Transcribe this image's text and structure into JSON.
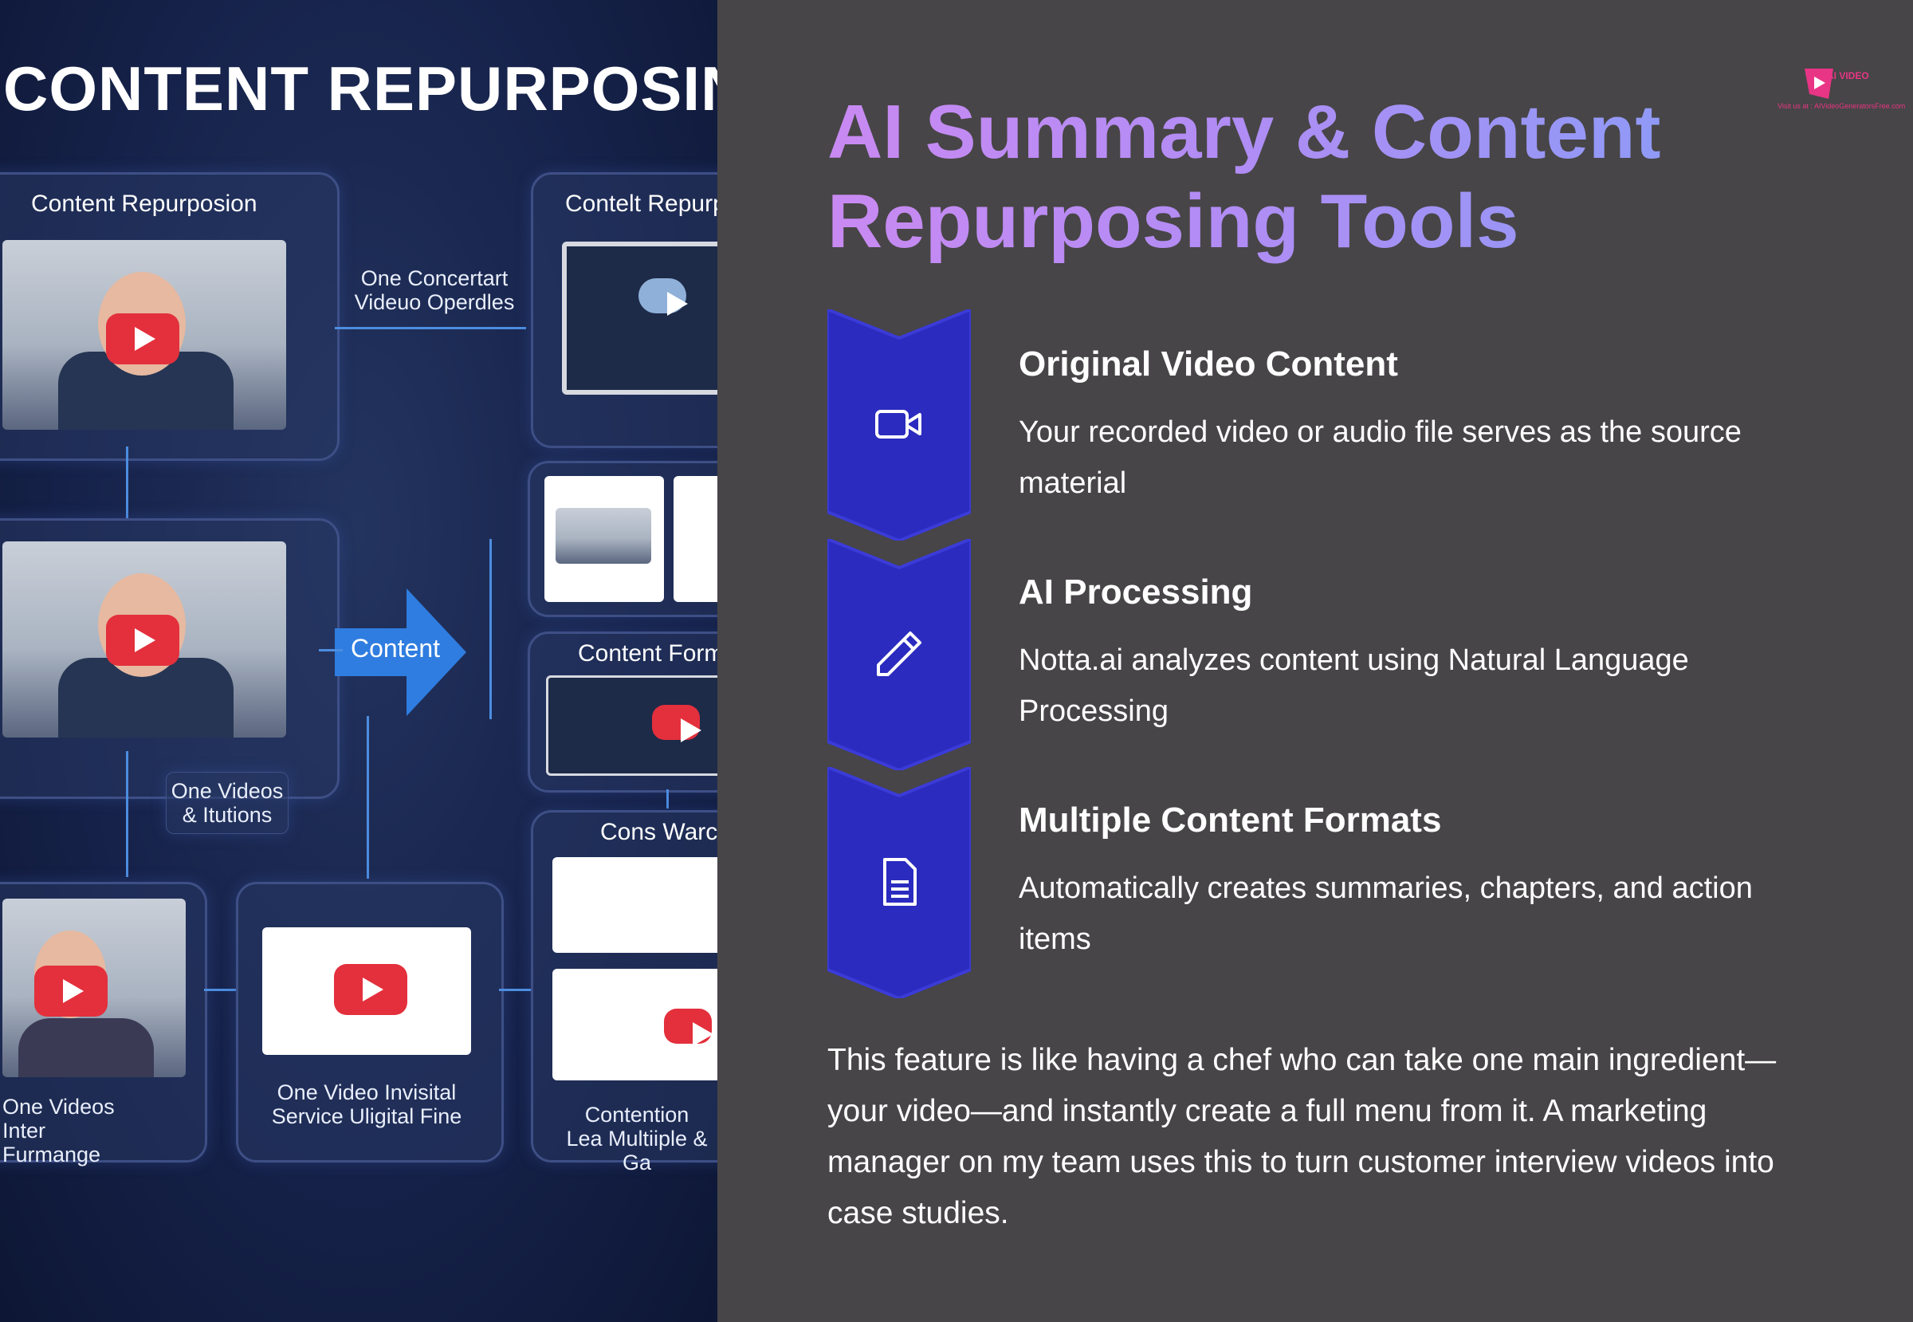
{
  "left_graphic": {
    "title": "CONTENT REPURPOSING",
    "panels": {
      "top_left_label": "Content Repurposion",
      "top_right_label": "Contelt Repurp",
      "middle_right_label": "Content Form",
      "lower_right_label": "Cons Warcti"
    },
    "captions": {
      "top_center": "One Concertart Videuo Operdles",
      "middle_arrow": "Content",
      "mid_left": "One Videos & Itutions",
      "bottom_left": "One Videos Inter Furmange",
      "bottom_center": "One Video Invisital Service Uligital Fine",
      "bottom_right": "Contention Lea Multiiple & Ga"
    }
  },
  "title": "AI Summary & Content Repurposing Tools",
  "steps": [
    {
      "title": "Original Video Content",
      "description": "Your recorded video or audio file serves as the source material",
      "icon": "video-camera-icon"
    },
    {
      "title": "AI Processing",
      "description": "Notta.ai analyzes content using Natural Language Processing",
      "icon": "pen-icon"
    },
    {
      "title": "Multiple Content Formats",
      "description": "Automatically creates summaries, chapters, and action items",
      "icon": "document-icon"
    }
  ],
  "body_text": "This feature is like having a chef who can take one main ingredient—your video—and instantly create a full menu from it. A marketing manager on my team uses this to turn customer interview videos into case studies.",
  "logo": {
    "name": "AI VIDEO",
    "sub": "Visit us at : AIVideoGeneratorsFree.com"
  },
  "colors": {
    "badge": "#2b2bbf",
    "title_gradient_start": "#c98af2",
    "title_gradient_end": "#8d9bf6",
    "background": "#474547"
  }
}
